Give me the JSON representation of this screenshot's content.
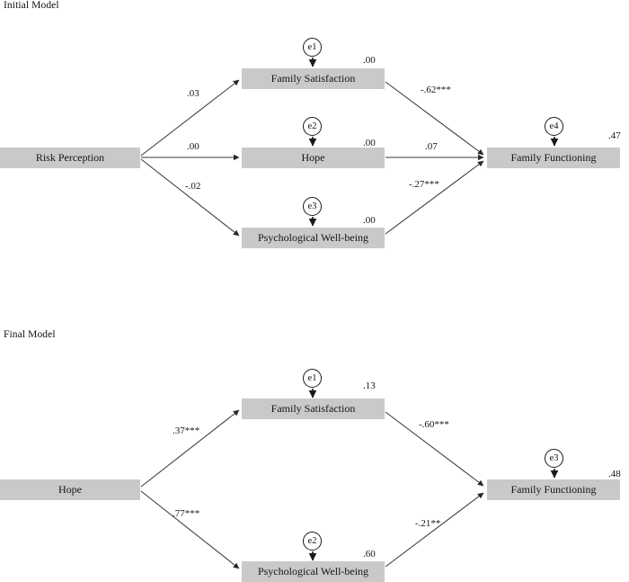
{
  "figure": {
    "type": "path-diagram",
    "background": "#ffffff",
    "box_fill": "#c9c9c9",
    "line_color": "#333333"
  },
  "models": [
    {
      "id": "initial",
      "title": "Initial Model",
      "predictor": {
        "label": "Risk Perception"
      },
      "mediators": [
        {
          "label": "Family Satisfaction",
          "error": "e1",
          "rsq": ".00"
        },
        {
          "label": "Hope",
          "error": "e2",
          "rsq": ".00"
        },
        {
          "label": "Psychological Well-being",
          "error": "e3",
          "rsq": ".00"
        }
      ],
      "outcome": {
        "label": "Family Functioning",
        "error": "e4",
        "rsq": ".47"
      },
      "paths_in": [
        ".03",
        ".00",
        "-.02"
      ],
      "paths_out": [
        "-.62***",
        ".07",
        "-.27***"
      ]
    },
    {
      "id": "final",
      "title": "Final Model",
      "predictor": {
        "label": "Hope"
      },
      "mediators": [
        {
          "label": "Family Satisfaction",
          "error": "e1",
          "rsq": ".13"
        },
        {
          "label": "Psychological Well-being",
          "error": "e2",
          "rsq": ".60"
        }
      ],
      "outcome": {
        "label": "Family Functioning",
        "error": "e3",
        "rsq": ".48"
      },
      "paths_in": [
        ".37***",
        ".77***"
      ],
      "paths_out": [
        "-.60***",
        "-.21**"
      ]
    }
  ]
}
